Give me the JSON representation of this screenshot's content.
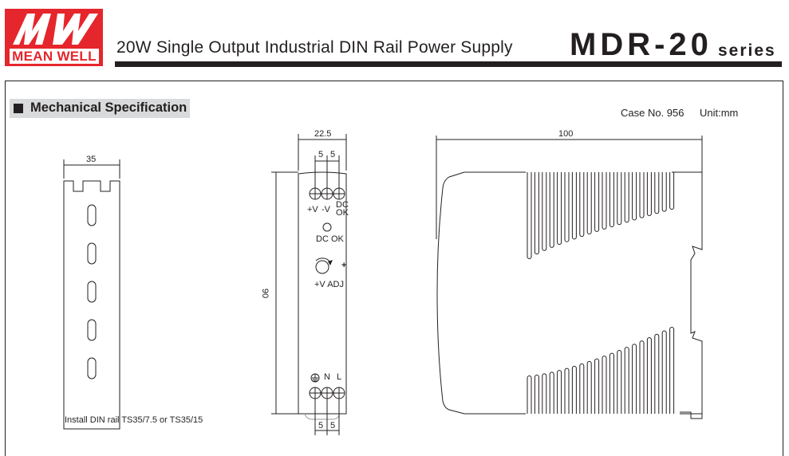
{
  "header": {
    "logo_text": "MW",
    "brand": "MEAN WELL",
    "subtitle": "20W Single Output Industrial DIN Rail Power Supply",
    "model": "MDR-20",
    "series": "series",
    "brand_color": "#e5262c"
  },
  "section": {
    "title": "Mechanical Specification",
    "case_no": "Case No. 956",
    "unit": "Unit:mm"
  },
  "din_rail": {
    "width_dim": "35",
    "note": "Install DIN rail TS35/7.5 or TS35/15"
  },
  "front_view": {
    "width_dim": "22.5",
    "pitch_top": [
      "5",
      "5"
    ],
    "pitch_bottom": [
      "5",
      "5"
    ],
    "height_dim": "90",
    "output_terminals": [
      "+V",
      "-V",
      "DC OK"
    ],
    "led_label": "DC OK",
    "adj_plus": "+",
    "adj_label": "+V ADJ",
    "input_terminals": [
      "N",
      "L"
    ],
    "ground_icon": "earth-ground-icon"
  },
  "side_view": {
    "depth_dim": "100"
  }
}
